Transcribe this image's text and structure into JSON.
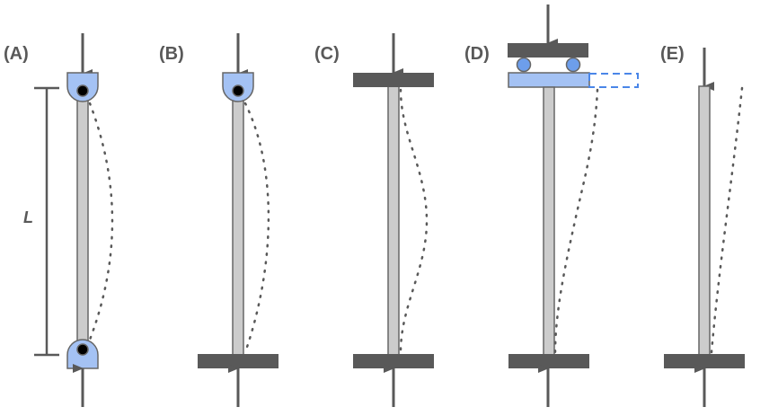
{
  "title": "Column buckling end conditions",
  "colors": {
    "column": "#cccccc",
    "column_stroke": "#666666",
    "plate": "#595959",
    "pin": "#a4c2f4",
    "roller": "#6d9eeb",
    "arrow": "#595959",
    "deflection": "#595959",
    "dashed": "#4a86e8"
  },
  "length_label": "L",
  "cases": [
    {
      "label": "(A)",
      "top": "pinned",
      "bottom": "pinned",
      "shape": "half-sine"
    },
    {
      "label": "(B)",
      "top": "pinned",
      "bottom": "fixed",
      "shape": "pinned-fixed"
    },
    {
      "label": "(C)",
      "top": "fixed",
      "bottom": "fixed",
      "shape": "fixed-fixed"
    },
    {
      "label": "(D)",
      "top": "fixed-sliding",
      "bottom": "fixed",
      "shape": "sway"
    },
    {
      "label": "(E)",
      "top": "free",
      "bottom": "fixed",
      "shape": "cantilever"
    }
  ]
}
